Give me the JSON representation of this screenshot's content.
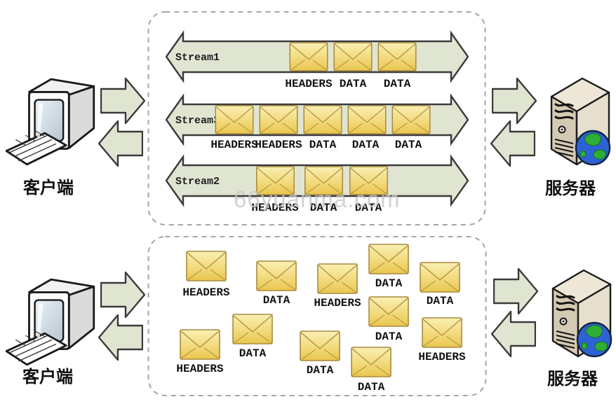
{
  "diagram": {
    "watermark": "66yuanma.com",
    "labels": {
      "client_top": "客户端",
      "server_top": "服务器",
      "client_bottom": "客户端",
      "server_bottom": "服务器"
    },
    "multiplexed_panel": {
      "streams": [
        {
          "name": "Stream1",
          "frames": [
            "HEADERS",
            "DATA",
            "DATA"
          ]
        },
        {
          "name": "Stream3",
          "frames": [
            "HEADERS",
            "HEADERS",
            "DATA",
            "DATA",
            "DATA"
          ]
        },
        {
          "name": "Stream2",
          "frames": [
            "HEADERS",
            "DATA",
            "DATA"
          ]
        }
      ]
    },
    "scattered_panel": {
      "frames": [
        "HEADERS",
        "DATA",
        "HEADERS",
        "DATA",
        "DATA",
        "DATA",
        "HEADERS",
        "DATA",
        "DATA",
        "DATA",
        "HEADERS"
      ]
    },
    "icons": {
      "client": "client-computer-icon",
      "server": "server-tower-icon",
      "envelope": "envelope-frame-icon",
      "arrow_right": "arrow-right-icon",
      "arrow_left": "arrow-left-icon"
    },
    "colors": {
      "arrow_fill": "#e0e5d2",
      "arrow_stroke": "#3a3a3a",
      "envelope_fill_top": "#f9f0b4",
      "envelope_fill_bottom": "#e9c64e",
      "envelope_stroke": "#a98a3e",
      "panel_border": "#a6a6a6",
      "globe_ocean": "#2d62d4",
      "globe_land": "#2fae37"
    }
  }
}
